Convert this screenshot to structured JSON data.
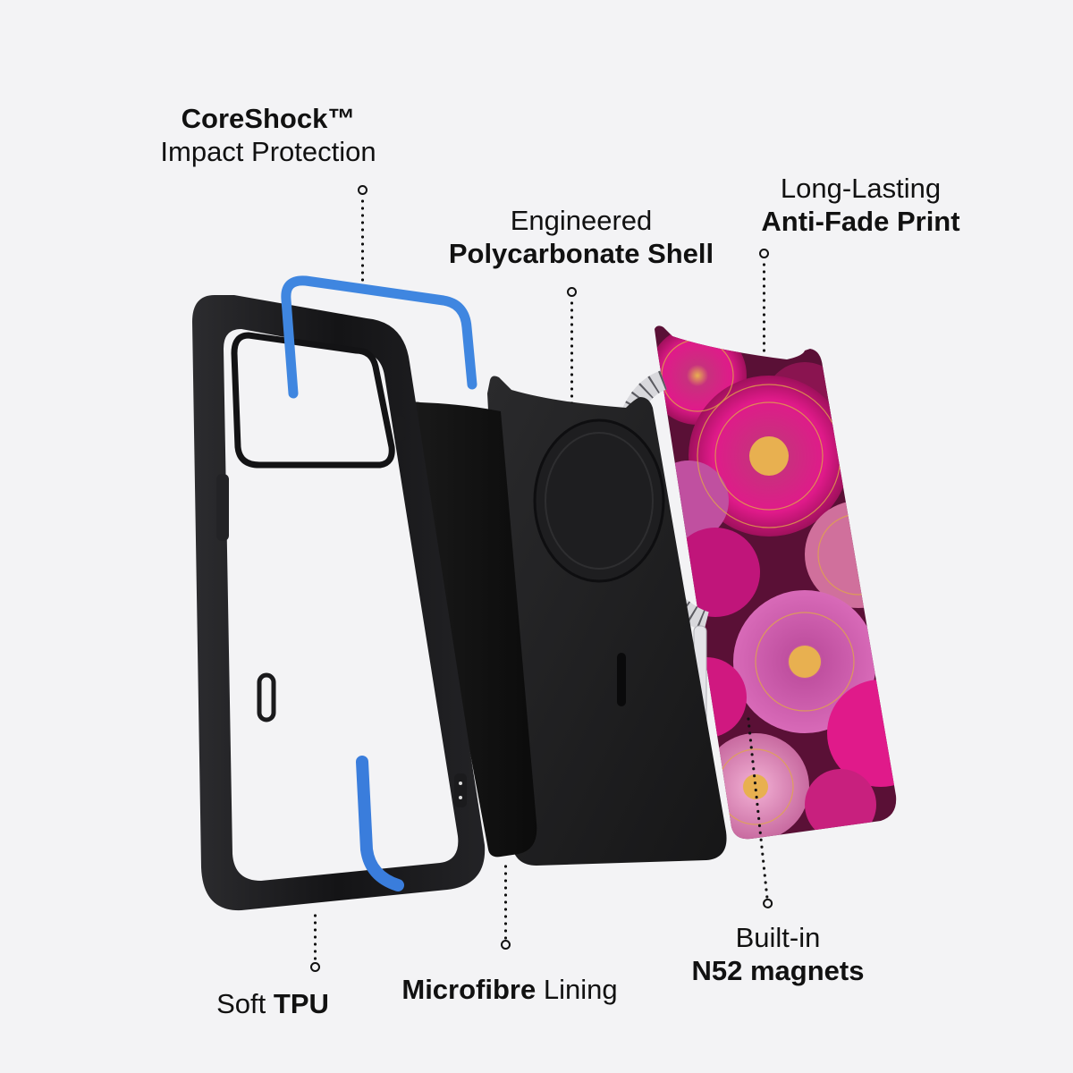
{
  "labels": {
    "coreshock": {
      "bold": "CoreShock™",
      "light": "Impact Protection"
    },
    "polycarbonate": {
      "light": "Engineered",
      "bold": "Polycarbonate Shell"
    },
    "antifade": {
      "light": "Long-Lasting",
      "bold": "Anti-Fade Print"
    },
    "tpu": {
      "light": "Soft",
      "bold": "TPU"
    },
    "microfibre": {
      "bold": "Microfibre",
      "light": "Lining"
    },
    "magnets": {
      "light": "Built-in",
      "bold": "N52 magnets"
    }
  },
  "colors": {
    "background": "#f3f3f5",
    "bumper_blue": "#3f86e0",
    "case_black": "#1b1b1d",
    "print_magenta": "#d0157f",
    "print_plum": "#5a1036",
    "print_gold": "#e0a64a",
    "magnet_silver": "#d8d8dc"
  },
  "icons": {
    "connector_end": "ring-dot",
    "connector_line": "dotted-leader"
  }
}
